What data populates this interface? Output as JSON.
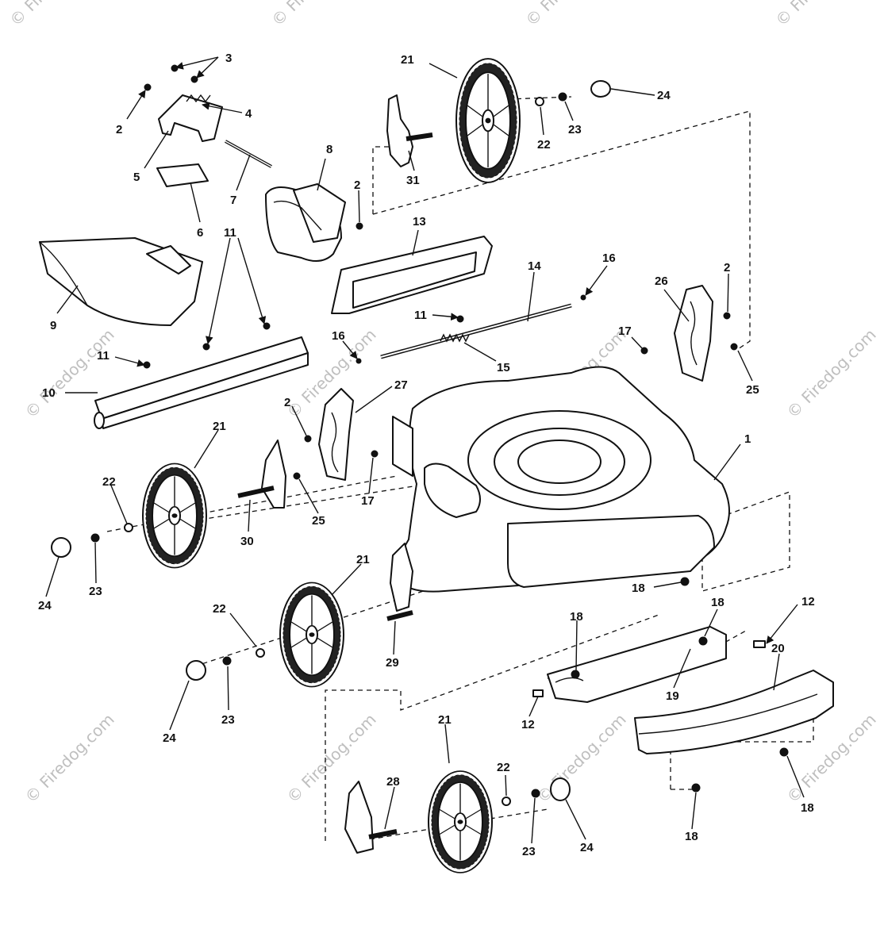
{
  "watermark": "© Firedog.com",
  "parts": {
    "p1": "1",
    "p2": "2",
    "p3": "3",
    "p4": "4",
    "p5": "5",
    "p6": "6",
    "p7": "7",
    "p8": "8",
    "p9": "9",
    "p10": "10",
    "p11": "11",
    "p12": "12",
    "p13": "13",
    "p14": "14",
    "p15": "15",
    "p16": "16",
    "p17": "17",
    "p18": "18",
    "p19": "19",
    "p20": "20",
    "p21": "21",
    "p22": "22",
    "p23": "23",
    "p24": "24",
    "p25": "25",
    "p26": "26",
    "p27": "27",
    "p28": "28",
    "p29": "29",
    "p30": "30",
    "p31": "31"
  }
}
